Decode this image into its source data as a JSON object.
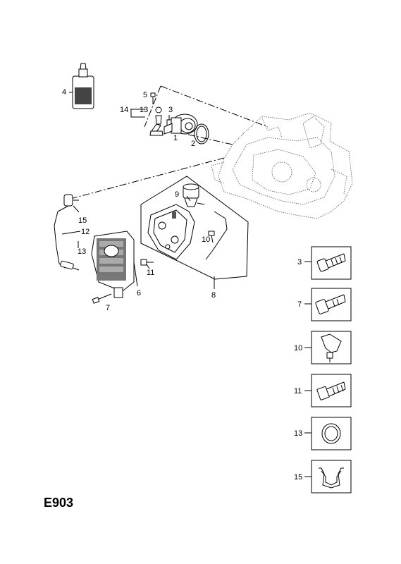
{
  "diagram": {
    "code": "E903",
    "callouts": [
      "4",
      "5",
      "13",
      "14",
      "3",
      "1",
      "2",
      "9",
      "15",
      "12",
      "13",
      "10",
      "11",
      "6",
      "7",
      "8"
    ],
    "legend": [
      {
        "number": "3",
        "icon": "bolt-icon"
      },
      {
        "number": "7",
        "icon": "flange-bolt-icon"
      },
      {
        "number": "10",
        "icon": "clip-icon"
      },
      {
        "number": "11",
        "icon": "hex-bolt-icon"
      },
      {
        "number": "13",
        "icon": "sealing-ring-icon"
      },
      {
        "number": "15",
        "icon": "retaining-clip-icon"
      }
    ]
  }
}
